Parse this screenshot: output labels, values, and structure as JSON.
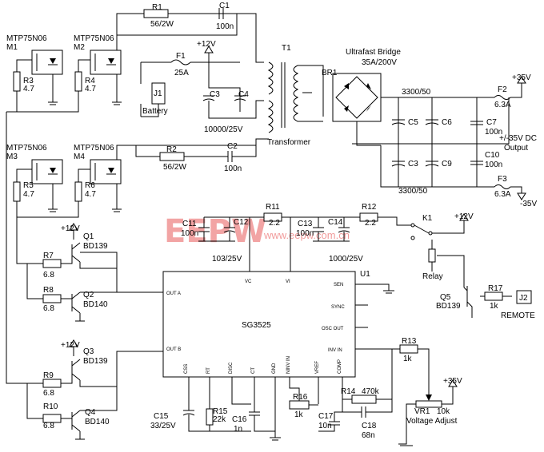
{
  "labels": {
    "R1": "R1",
    "R1v": "56/2W",
    "C1": "C1",
    "C1v": "100n",
    "M1t": "MTP75N06",
    "M1": "M1",
    "M2t": "MTP75N06",
    "M2": "M2",
    "R3": "R3",
    "R3v": "4.7",
    "R4": "R4",
    "R4v": "4.7",
    "v12a": "+12V",
    "F1": "F1",
    "F1v": "25A",
    "J1": "J1",
    "batt": "Battery",
    "C3a": "C3",
    "C4a": "C4",
    "capv": "10000/25V",
    "T1": "T1",
    "bridge1": "Ultrafast Bridge",
    "bridge2": "35A/200V",
    "BR1": "BR1",
    "c3300a": "3300/50",
    "C5": "C5",
    "C6": "C6",
    "C7": "C7",
    "C7v": "100n",
    "F2": "F2",
    "F2v": "6.3A",
    "p35": "+35V",
    "out1": "+/-35V DC",
    "out2": "Output",
    "transformer": "Transformer",
    "M3t": "MTP75N06",
    "M3": "M3",
    "M4t": "MTP75N06",
    "M4": "M4",
    "R2": "R2",
    "R2v": "56/2W",
    "C2": "C2",
    "C2v": "100n",
    "R5": "R5",
    "R5v": "4.7",
    "R6": "R6",
    "R6v": "4.7",
    "C3b": "C3",
    "C9": "C9",
    "C10": "C10",
    "C10v": "100n",
    "c3300b": "3300/50",
    "F3": "F3",
    "F3v": "6.3A",
    "m35": "-35V",
    "C11": "C11",
    "C11v": "100n",
    "C12": "C12",
    "R11": "R11",
    "R11v": "2.2",
    "C13": "C13",
    "C13v": "100n",
    "C14": "C14",
    "R12": "R12",
    "R12v": "2.2",
    "K1": "K1",
    "v12b": "+12V",
    "cap103": "103/25V",
    "cap1000": "1000/25V",
    "relay": "Relay",
    "v12c": "+12V",
    "Q1": "Q1",
    "Q1t": "BD139",
    "R7": "R7",
    "R7v": "6.8",
    "R8": "R8",
    "R8v": "6.8",
    "Q2": "Q2",
    "Q2t": "BD140",
    "U1": "U1",
    "vc": "VC",
    "vi": "VI",
    "sen": "SEN",
    "outA": "OUT A",
    "sync": "SYNC",
    "oscout": "OSC OUT",
    "ic": "SG3525",
    "outB": "OUT B",
    "invin": "INV IN",
    "css": "CSS",
    "rt": "RT",
    "disc": "DISC",
    "ct": "CT",
    "gnd": "GND",
    "ninvin": "NINV IN",
    "vref": "VREF",
    "comp": "COMP",
    "Q5": "Q5",
    "Q5t": "BD139",
    "R17": "R17",
    "R17v": "1k",
    "J2": "J2",
    "remote": "REMOTE",
    "v12d": "+12V",
    "Q3": "Q3",
    "Q3t": "BD139",
    "R9": "R9",
    "R9v": "6.8",
    "R10": "R10",
    "R10v": "6.8",
    "Q4": "Q4",
    "Q4t": "BD140",
    "R13": "R13",
    "R13v": "1k",
    "p35b": "+35V",
    "R14": "R14",
    "R14v": "470k",
    "VR1": "VR1",
    "VR1v": "10k",
    "vadj": "Voltage Adjust",
    "R16": "R16",
    "R16v": "1k",
    "C15": "C15",
    "C15v": "33/25V",
    "R15": "R15",
    "R15v": "22k",
    "C16": "C16",
    "C16v": "1n",
    "C17": "C17",
    "C17v": "10n",
    "C18": "C18",
    "C18v": "68n"
  },
  "watermark": {
    "logo": "EEPW",
    "url": "www.eepw.com.cn"
  },
  "colors": {
    "ink": "#000000",
    "watermark": "#e85a5a"
  }
}
